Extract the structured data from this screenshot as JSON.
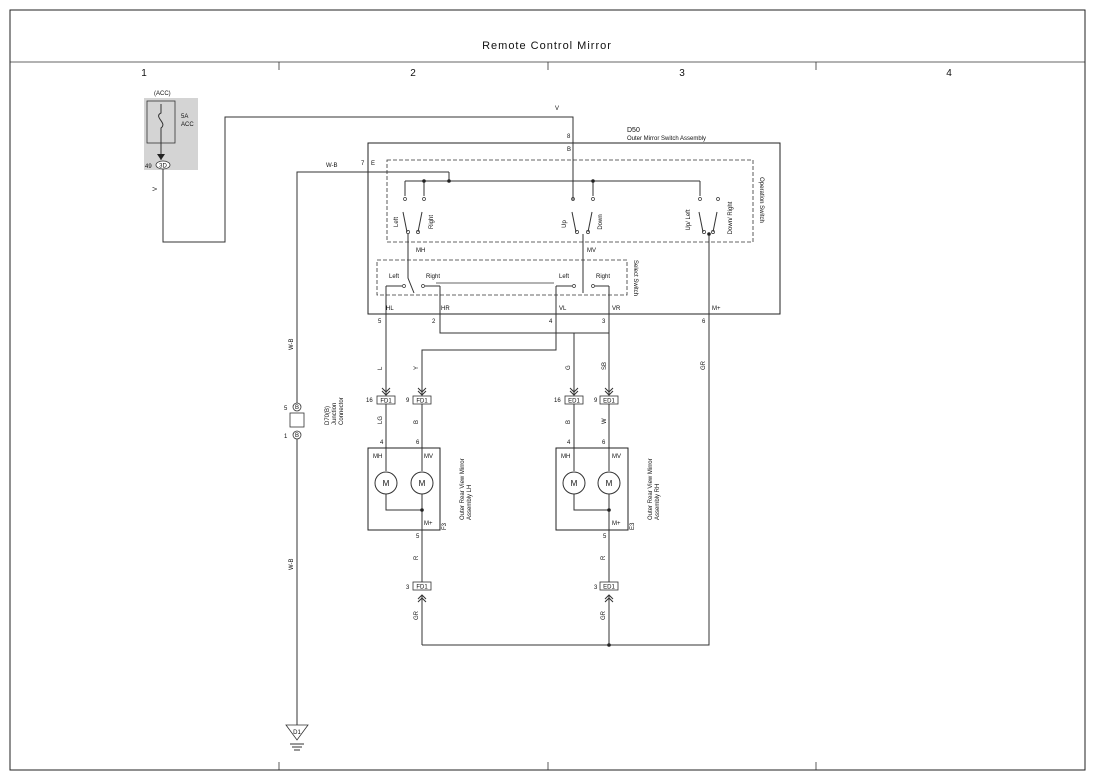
{
  "title": "Remote Control Mirror",
  "columns": [
    "1",
    "2",
    "3",
    "4"
  ],
  "fuse": {
    "supply": "(ACC)",
    "rating": "5A",
    "name": "ACC",
    "pin_left": "49",
    "pin_conn": "3D",
    "wire_down": "V"
  },
  "top_wire": "V",
  "switch_assembly": {
    "id": "D50",
    "name": "Outer Mirror Switch Assembly",
    "pin_8": "8",
    "pin_8_label": "B",
    "pin_7": "7",
    "pin_7_label": "E",
    "wire_e": "W-B",
    "operation_switch": "Operation Switch",
    "select_switch": "Select Switch",
    "contacts": {
      "left": "Left",
      "right": "Right",
      "up": "Up",
      "down": "Down",
      "up_left": "Up/ Left",
      "down_right": "Down/ Right"
    },
    "mh": "MH",
    "mv": "MV",
    "sel_left_a": "Left",
    "sel_right_a": "Right",
    "sel_left_b": "Left",
    "sel_right_b": "Right",
    "outputs": [
      {
        "label": "HL",
        "pin": "5",
        "wire": "L"
      },
      {
        "label": "HR",
        "pin": "2",
        "wire": "Y"
      },
      {
        "label": "VL",
        "pin": "4",
        "wire": "G"
      },
      {
        "label": "VR",
        "pin": "3",
        "wire": "SB"
      },
      {
        "label": "M+",
        "pin": "6",
        "wire": "GR"
      }
    ]
  },
  "junction": {
    "pin_top": "5",
    "pin_top_tag": "B",
    "pin_bottom": "1",
    "pin_bottom_tag": "B",
    "id": "D70(B)",
    "name": "Junction",
    "name2": "Connector",
    "wire_top": "W-B",
    "wire_bottom": "W-B"
  },
  "ground": "D1",
  "lh": {
    "conn_top_pin_a": "16",
    "conn_top_a": "FD1",
    "conn_top_pin_b": "9",
    "conn_top_b": "FD1",
    "wire_a": "LG",
    "wire_b": "B",
    "pin_a": "4",
    "pin_b": "6",
    "mh": "MH",
    "mv": "MV",
    "m": "M",
    "mplus": "M+",
    "pin_m": "5",
    "wire_r": "R",
    "conn_bottom_pin": "3",
    "conn_bottom": "FD1",
    "wire_gr": "GR",
    "id": "F3",
    "name": "Outer Rear View Mirror",
    "name2": "Assembly LH"
  },
  "rh": {
    "conn_top_pin_a": "16",
    "conn_top_a": "ED1",
    "conn_top_pin_b": "9",
    "conn_top_b": "ED1",
    "wire_a": "B",
    "wire_b": "W",
    "pin_a": "4",
    "pin_b": "6",
    "mh": "MH",
    "mv": "MV",
    "m": "M",
    "mplus": "M+",
    "pin_m": "5",
    "wire_r": "R",
    "conn_bottom_pin": "3",
    "conn_bottom": "ED1",
    "wire_gr": "GR",
    "id": "E3",
    "name": "Outer Rear View Mirror",
    "name2": "Assembly RH"
  }
}
